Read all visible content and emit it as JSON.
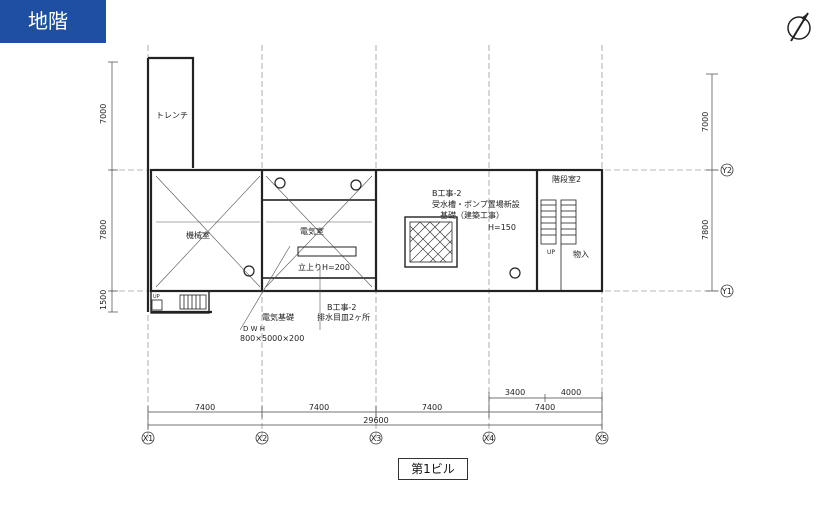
{
  "header": {
    "badge_label": "地階"
  },
  "plan": {
    "caption": "第1ビル",
    "rooms": {
      "trench": "トレンチ",
      "machine_room": "機械室",
      "electrical_room": "電気室",
      "stairwell": "階段室2",
      "storage": "物入"
    },
    "notes": {
      "b_work_upper_1": "B工事-2",
      "b_work_upper_2": "受水槽・ポンプ置場新設",
      "b_work_upper_3": "基礎（建築工事）",
      "b_work_upper_4": "H=150",
      "riser": "立上りH=200",
      "b_work_lower_1": "B工事-2",
      "b_work_lower_2": "排水目皿2ヶ所",
      "elec_base": "電気基礎",
      "dwh_labels": "D      W      H",
      "elec_base_dims": "800×5000×200",
      "up_mark": "UP",
      "up_mark_small": "UP"
    },
    "dimensions": {
      "left_7000": "7000",
      "left_7800": "7800",
      "left_1500": "1500",
      "right_7000": "7000",
      "right_7800": "7800",
      "bay_1": "7400",
      "bay_2": "7400",
      "bay_3": "7400",
      "bay_4": "7400",
      "sub_3400": "3400",
      "sub_4000": "4000",
      "total": "29600"
    },
    "grid_labels": {
      "x1": "X1",
      "x2": "X2",
      "x3": "X3",
      "x4": "X4",
      "x5": "X5",
      "y1": "Y1",
      "y2": "Y2"
    }
  }
}
